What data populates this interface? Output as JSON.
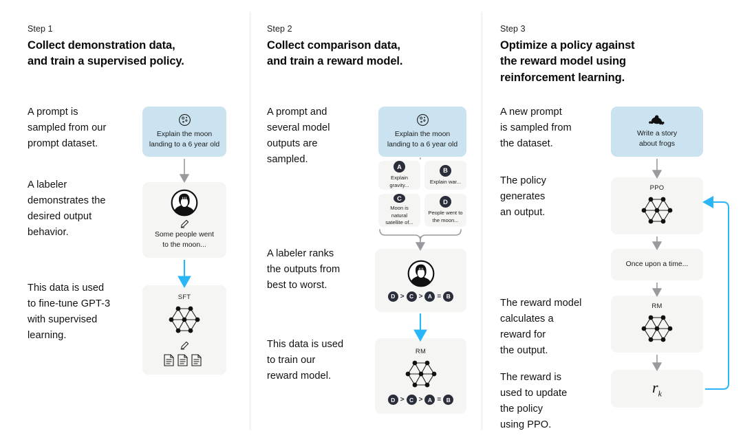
{
  "steps": [
    {
      "label": "Step 1",
      "title": "Collect demonstration data,\nand train a supervised policy.",
      "paragraphs": [
        "A prompt is\nsampled from our\nprompt dataset.",
        "A labeler\ndemonstrates the\ndesired output\nbehavior.",
        "This data is used\nto fine-tune GPT-3\nwith supervised\nlearning."
      ],
      "cards": {
        "prompt": {
          "icon": "moon-icon",
          "text": "Explain the moon\nlanding to a 6 year old"
        },
        "labeler": {
          "icon": "labeler-person-icon",
          "pencil": "pencil-icon",
          "text": "Some people went\nto the moon..."
        },
        "sft": {
          "net_label": "SFT",
          "pencil": "pencil-icon",
          "docs": "document-icon"
        }
      }
    },
    {
      "label": "Step 2",
      "title": "Collect comparison data,\nand train a reward model.",
      "paragraphs": [
        "A prompt and\nseveral model\noutputs are\nsampled.",
        "A labeler ranks\nthe outputs from\nbest to worst.",
        "This data is used\nto train our\nreward model."
      ],
      "cards": {
        "prompt": {
          "icon": "moon-icon",
          "text": "Explain the moon\nlanding to a 6 year old"
        },
        "outputs": [
          {
            "letter": "A",
            "text": "Explain gravity..."
          },
          {
            "letter": "B",
            "text": "Explain war..."
          },
          {
            "letter": "C",
            "text": "Moon is natural\nsatellite of..."
          },
          {
            "letter": "D",
            "text": "People went to\nthe moon..."
          }
        ],
        "ranking_card": {
          "icon": "labeler-person-icon",
          "ranking": [
            "D",
            ">",
            "C",
            ">",
            "A",
            "=",
            "B"
          ]
        },
        "rm": {
          "net_label": "RM",
          "ranking": [
            "D",
            ">",
            "C",
            ">",
            "A",
            "=",
            "B"
          ]
        }
      }
    },
    {
      "label": "Step 3",
      "title": "Optimize a policy against\nthe reward model using\nreinforcement learning.",
      "paragraphs": [
        "A new prompt\nis sampled from\nthe dataset.",
        "The policy\ngenerates\nan output.",
        "The reward model\ncalculates a\nreward for\nthe output.",
        "The reward is\nused to update\nthe policy\nusing PPO."
      ],
      "cards": {
        "prompt": {
          "icon": "frog-icon",
          "text": "Write a story\nabout frogs"
        },
        "ppo": {
          "net_label": "PPO"
        },
        "output": {
          "text": "Once upon a time..."
        },
        "rm": {
          "net_label": "RM"
        },
        "reward": {
          "symbol": "r",
          "subscript": "k"
        }
      }
    }
  ],
  "colors": {
    "prompt_card": "#cbe3f0",
    "gray_card": "#f5f5f3",
    "badge": "#2a2d3a",
    "blue_arrow": "#29b6f6",
    "gray_arrow": "#9a9a9e",
    "divider": "#e9e9e9",
    "text": "#0b0b0b"
  }
}
